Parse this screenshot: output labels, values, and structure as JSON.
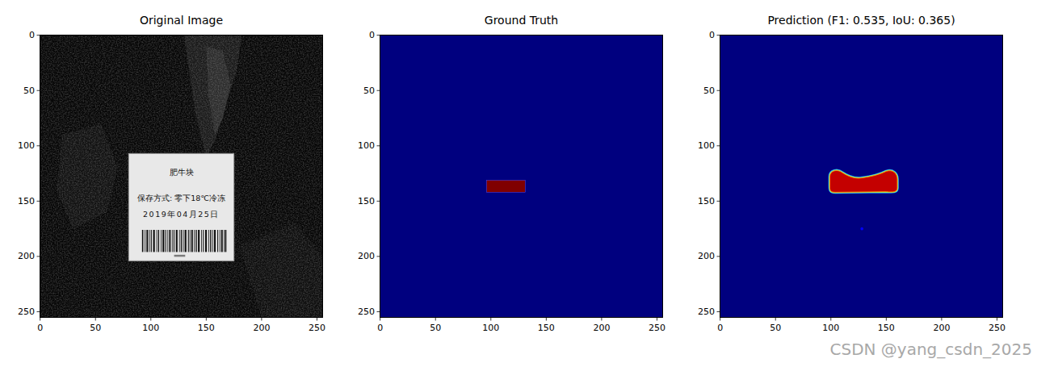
{
  "diagram": {
    "nodes": [
      {
        "text": [
          "Original Image"
        ]
      },
      {
        "text": [
          "肥牛块",
          "保存方式: 零下18℃冷冻",
          "2019年04月25日"
        ],
        "in": 0
      },
      {
        "text": [
          "Ground Truth"
        ]
      },
      {
        "text": [
          "Prediction (F1: 0.535, IoU: 0.365)"
        ]
      }
    ],
    "labels": [
      "0",
      "50",
      "100",
      "150",
      "200",
      "250",
      "0",
      "50",
      "100",
      "150",
      "200",
      "250",
      "0",
      "50",
      "100",
      "150",
      "200",
      "250",
      "0",
      "50",
      "100",
      "150",
      "200",
      "250",
      "0",
      "50",
      "100",
      "150",
      "200",
      "250",
      "0",
      "50",
      "100",
      "150",
      "200",
      "250",
      "CSDN @yang_csdn_2025"
    ]
  }
}
